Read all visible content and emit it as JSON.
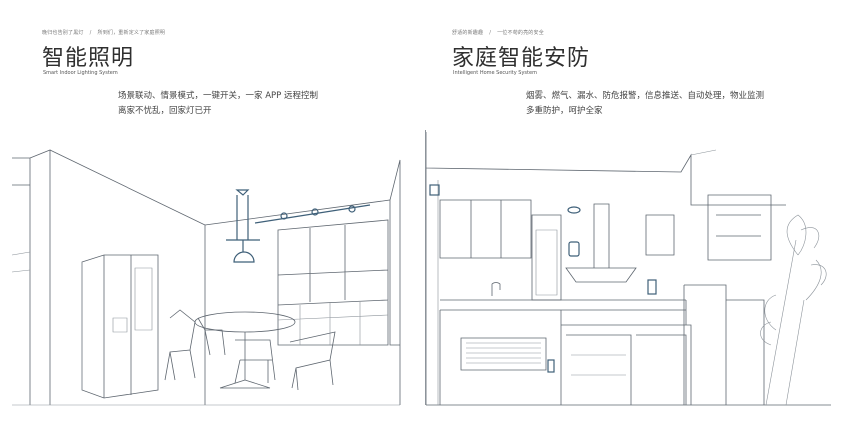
{
  "left": {
    "tagline_a": "晚归也告别了黑灯",
    "tagline_sep": "/",
    "tagline_b": "所到们，重新定义了家庭照明",
    "title": "智能照明",
    "subtitle": "Smart Indoor Lighting System",
    "desc_line1": "场景联动、情景模式，一键开关，一家 APP 远程控制",
    "desc_line2": "离家不忧乱，回家灯已开"
  },
  "right": {
    "tagline_a": "舒适的新趣趣",
    "tagline_sep": "/",
    "tagline_b": "一位不苟的亮的安全",
    "title": "家庭智能安防",
    "subtitle": "Intelligent Home Security System",
    "desc_line1": "烟雾、燃气、漏水、防危报警，信息推送、自动处理，物业监测",
    "desc_line2": "多重防护，呵护全家"
  },
  "colors": {
    "line": "#5f6770",
    "accent": "#3f6079"
  },
  "icons": [
    "pendant-lamp-icon",
    "spotlight-icon",
    "security-camera-icon",
    "smoke-detector-icon",
    "gas-detector-icon"
  ]
}
